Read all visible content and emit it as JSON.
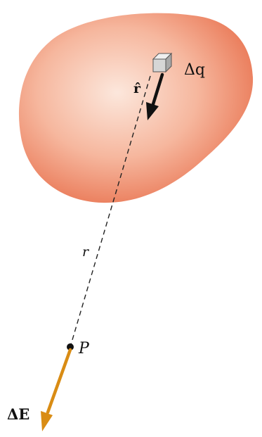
{
  "figure": {
    "labels": {
      "r_hat": "r̂",
      "delta_q": "Δq",
      "r": "r",
      "P": "P",
      "delta_E": "ΔE"
    },
    "colors": {
      "blob_edge": "#EA7A58",
      "blob_mid": "#F6B79E",
      "blob_center": "#FCE7DC",
      "arrow_unit_vector": "#111111",
      "arrow_field": "#D98C14",
      "dashed_line": "#222222",
      "point": "#111111",
      "cube_face": "#D6D6D6",
      "cube_top": "#EFEFEF",
      "cube_side": "#A8A8A8"
    }
  }
}
